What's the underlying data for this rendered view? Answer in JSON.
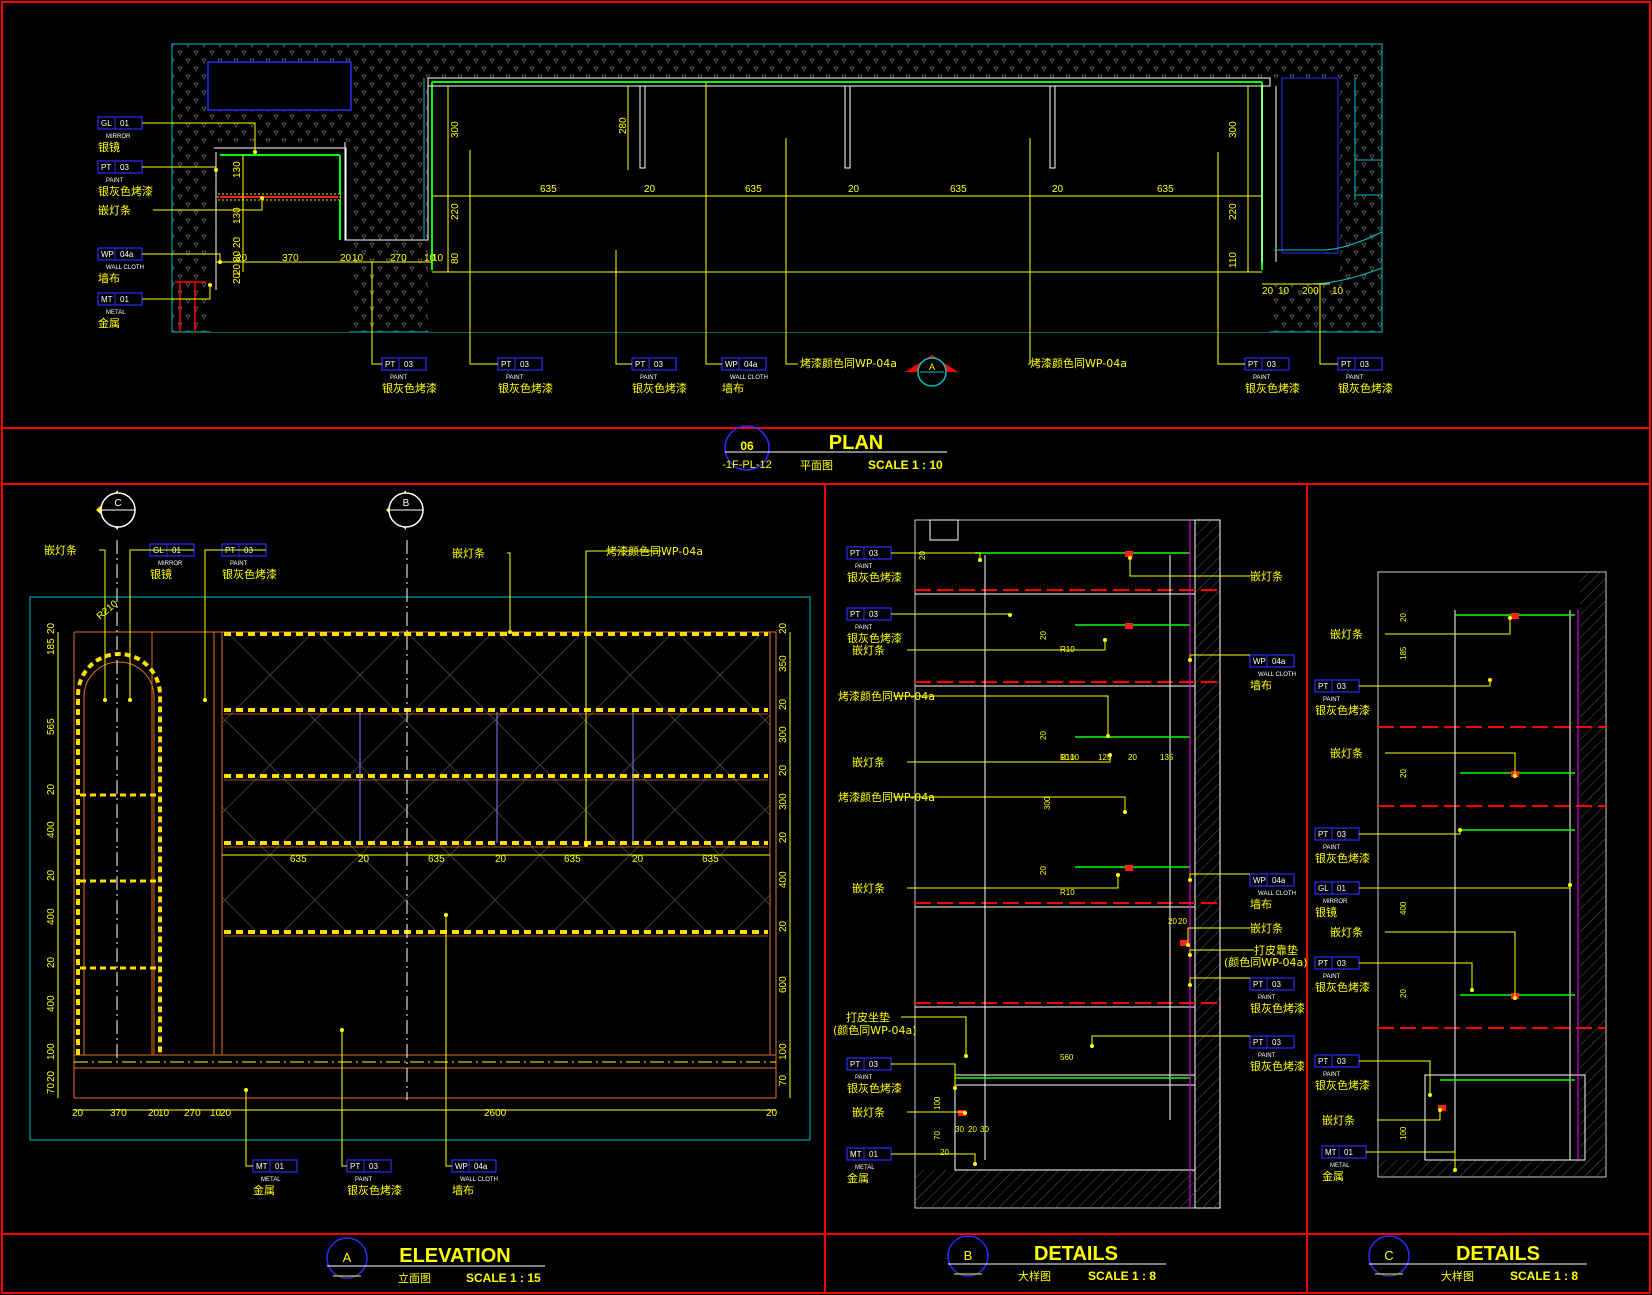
{
  "colors": {
    "background": "#000000",
    "frame": "#ff0000",
    "outline": "#00c0c0",
    "dimension": "#ffff00",
    "leader": "#ffff00",
    "tag": "#2b2bff",
    "wall": "#e07020",
    "led": "#ffdd00",
    "green": "#00ff00",
    "white": "#ffffff"
  },
  "plan": {
    "dims_x": [
      "635",
      "20",
      "635",
      "20",
      "635",
      "20",
      "635"
    ],
    "dims_left": [
      "20",
      "370",
      "20",
      "10",
      "270",
      "10",
      "10"
    ],
    "dims_right": [
      "20",
      "10",
      "200",
      "10"
    ],
    "dims_vert_left": [
      "130",
      "130",
      "20",
      "80",
      "20",
      "20"
    ],
    "dims_vert_mid": [
      "300",
      "220",
      "80"
    ],
    "dims_vert_right": [
      "300",
      "220",
      "110"
    ],
    "dims_vert_rib": [
      "280"
    ],
    "left_callouts": [
      {
        "code": "GL",
        "num": "01",
        "en": "MIRROR",
        "cn": "银镜"
      },
      {
        "code": "PT",
        "num": "03",
        "en": "PAINT",
        "cn": "银灰色烤漆"
      },
      {
        "code": "",
        "num": "",
        "en": "",
        "cn": "嵌灯条"
      },
      {
        "code": "WP",
        "num": "04a",
        "en": "WALL CLOTH",
        "cn": "墙布"
      },
      {
        "code": "MT",
        "num": "01",
        "en": "METAL",
        "cn": "金属"
      }
    ],
    "bottom_callouts": [
      {
        "code": "PT",
        "num": "03",
        "en": "PAINT",
        "cn": "银灰色烤漆"
      },
      {
        "code": "PT",
        "num": "03",
        "en": "PAINT",
        "cn": "银灰色烤漆"
      },
      {
        "code": "PT",
        "num": "03",
        "en": "PAINT",
        "cn": "银灰色烤漆"
      },
      {
        "code": "WP",
        "num": "04a",
        "en": "WALL CLOTH",
        "cn": "墙布"
      },
      {
        "code": "",
        "num": "",
        "en": "",
        "cn": "烤漆颜色同WP-04a"
      },
      {
        "code": "",
        "num": "",
        "en": "",
        "cn": "烤漆颜色同WP-04a"
      },
      {
        "code": "PT",
        "num": "03",
        "en": "PAINT",
        "cn": "银灰色烤漆"
      },
      {
        "code": "PT",
        "num": "03",
        "en": "PAINT",
        "cn": "银灰色烤漆"
      }
    ],
    "section_marker": "A",
    "title_num": "06",
    "title_ref": "-1F-PL-12",
    "title_en": "PLAN",
    "title_cn": "平面图",
    "title_scale": "SCALE 1 : 10"
  },
  "elevation": {
    "markers": [
      "C",
      "B"
    ],
    "top_callouts": [
      {
        "code": "",
        "num": "",
        "en": "",
        "cn": "嵌灯条"
      },
      {
        "code": "GL",
        "num": "01",
        "en": "MIRROR",
        "cn": "银镜"
      },
      {
        "code": "PT",
        "num": "03",
        "en": "PAINT",
        "cn": "银灰色烤漆"
      },
      {
        "code": "",
        "num": "",
        "en": "",
        "cn": "嵌灯条"
      },
      {
        "code": "",
        "num": "",
        "en": "",
        "cn": "烤漆颜色同WP-04a"
      }
    ],
    "arch_dim": "R210",
    "dims_left": [
      "20",
      "185",
      "565",
      "20",
      "400",
      "20",
      "400",
      "20",
      "400",
      "100",
      "20",
      "70"
    ],
    "dims_right": [
      "20",
      "350",
      "20",
      "300",
      "20",
      "300",
      "20",
      "400",
      "20",
      "600",
      "100",
      "70"
    ],
    "dims_x_inner": [
      "635",
      "20",
      "635",
      "20",
      "635",
      "20",
      "635"
    ],
    "dims_bottom": [
      "20",
      "370",
      "20",
      "10",
      "270",
      "10",
      "20",
      "2600",
      "20"
    ],
    "bottom_callouts": [
      {
        "code": "MT",
        "num": "01",
        "en": "METAL",
        "cn": "金属"
      },
      {
        "code": "PT",
        "num": "03",
        "en": "PAINT",
        "cn": "银灰色烤漆"
      },
      {
        "code": "WP",
        "num": "04a",
        "en": "WALL CLOTH",
        "cn": "墙布"
      }
    ],
    "title_letter": "A",
    "title_en": "ELEVATION",
    "title_cn": "立面图",
    "title_scale": "SCALE 1 : 15"
  },
  "detail_b": {
    "left_callouts": [
      {
        "code": "PT",
        "num": "03",
        "en": "PAINT",
        "cn": "银灰色烤漆"
      },
      {
        "code": "PT",
        "num": "03",
        "en": "PAINT",
        "cn": "银灰色烤漆"
      },
      {
        "code": "",
        "num": "",
        "en": "",
        "cn": "嵌灯条"
      },
      {
        "code": "",
        "num": "",
        "en": "",
        "cn": "烤漆颜色同WP-04a"
      },
      {
        "code": "",
        "num": "",
        "en": "",
        "cn": "嵌灯条"
      },
      {
        "code": "",
        "num": "",
        "en": "",
        "cn": "烤漆颜色同WP-04a"
      },
      {
        "code": "",
        "num": "",
        "en": "",
        "cn": "嵌灯条"
      },
      {
        "code": "",
        "num": "",
        "en": "",
        "cn": "打皮坐垫"
      },
      {
        "code": "",
        "num": "",
        "en": "",
        "cn": "(颜色同WP-04a)"
      },
      {
        "code": "PT",
        "num": "03",
        "en": "PAINT",
        "cn": "银灰色烤漆"
      },
      {
        "code": "",
        "num": "",
        "en": "",
        "cn": "嵌灯条"
      },
      {
        "code": "MT",
        "num": "01",
        "en": "METAL",
        "cn": "金属"
      }
    ],
    "right_callouts": [
      {
        "code": "",
        "num": "",
        "en": "",
        "cn": "嵌灯条"
      },
      {
        "code": "WP",
        "num": "04a",
        "en": "WALL CLOTH",
        "cn": "墙布"
      },
      {
        "code": "WP",
        "num": "04a",
        "en": "WALL CLOTH",
        "cn": "墙布"
      },
      {
        "code": "",
        "num": "",
        "en": "",
        "cn": "嵌灯条"
      },
      {
        "code": "",
        "num": "",
        "en": "",
        "cn": "打皮靠垫"
      },
      {
        "code": "",
        "num": "",
        "en": "",
        "cn": "(颜色同WP-04a)"
      },
      {
        "code": "PT",
        "num": "03",
        "en": "PAINT",
        "cn": "银灰色烤漆"
      },
      {
        "code": "PT",
        "num": "03",
        "en": "PAINT",
        "cn": "银灰色烤漆"
      }
    ],
    "dims": [
      "20",
      "20",
      "R10",
      "20",
      "R10",
      "10",
      "10",
      "125",
      "20",
      "135",
      "300",
      "20",
      "R10",
      "20",
      "20",
      "560",
      "100",
      "70",
      "30",
      "20",
      "30",
      "20"
    ],
    "title_letter": "B",
    "title_en": "DETAILS",
    "title_cn": "大样图",
    "title_scale": "SCALE 1 : 8"
  },
  "detail_c": {
    "left_callouts": [
      {
        "code": "",
        "num": "",
        "en": "",
        "cn": "嵌灯条"
      },
      {
        "code": "PT",
        "num": "03",
        "en": "PAINT",
        "cn": "银灰色烤漆"
      },
      {
        "code": "",
        "num": "",
        "en": "",
        "cn": "嵌灯条"
      },
      {
        "code": "PT",
        "num": "03",
        "en": "PAINT",
        "cn": "银灰色烤漆"
      },
      {
        "code": "GL",
        "num": "01",
        "en": "MIRROR",
        "cn": "银镜"
      },
      {
        "code": "",
        "num": "",
        "en": "",
        "cn": "嵌灯条"
      },
      {
        "code": "PT",
        "num": "03",
        "en": "PAINT",
        "cn": "银灰色烤漆"
      },
      {
        "code": "PT",
        "num": "03",
        "en": "PAINT",
        "cn": "银灰色烤漆"
      },
      {
        "code": "",
        "num": "",
        "en": "",
        "cn": "嵌灯条"
      },
      {
        "code": "MT",
        "num": "01",
        "en": "METAL",
        "cn": "金属"
      }
    ],
    "dims": [
      "20",
      "185",
      "20",
      "400",
      "20",
      "100"
    ],
    "title_letter": "C",
    "title_en": "DETAILS",
    "title_cn": "大样图",
    "title_scale": "SCALE 1 : 8"
  }
}
